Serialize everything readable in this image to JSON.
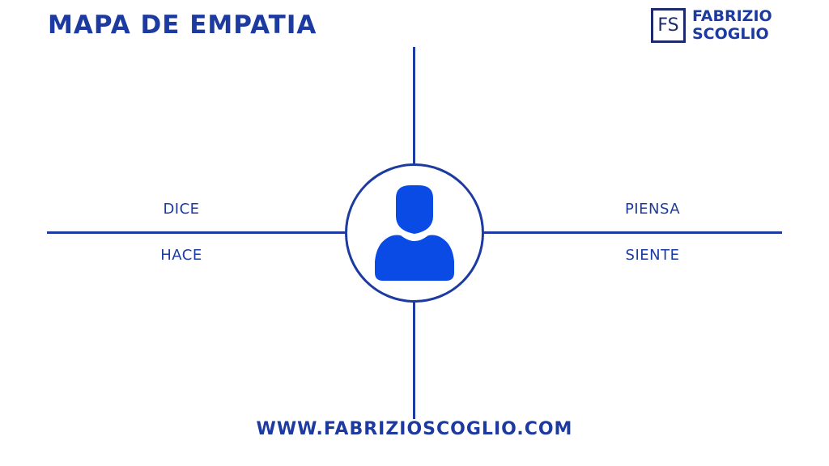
{
  "title": "MAPA DE EMPATIA",
  "logo": {
    "monogram": "FS",
    "line1": "FABRIZIO",
    "line2": "SCOGLIO"
  },
  "quadrants": {
    "top_left": "DICE",
    "bottom_left": "HACE",
    "top_right": "PIENSA",
    "bottom_right": "SIENTE"
  },
  "center_icon": "user-avatar-icon",
  "website": "WWW.FABRIZIOSCOGLIO.COM",
  "colors": {
    "primary": "#1c3aa0",
    "avatar_fill": "#0a4be6",
    "logo_dark": "#1f2a6d",
    "background": "#ffffff"
  }
}
